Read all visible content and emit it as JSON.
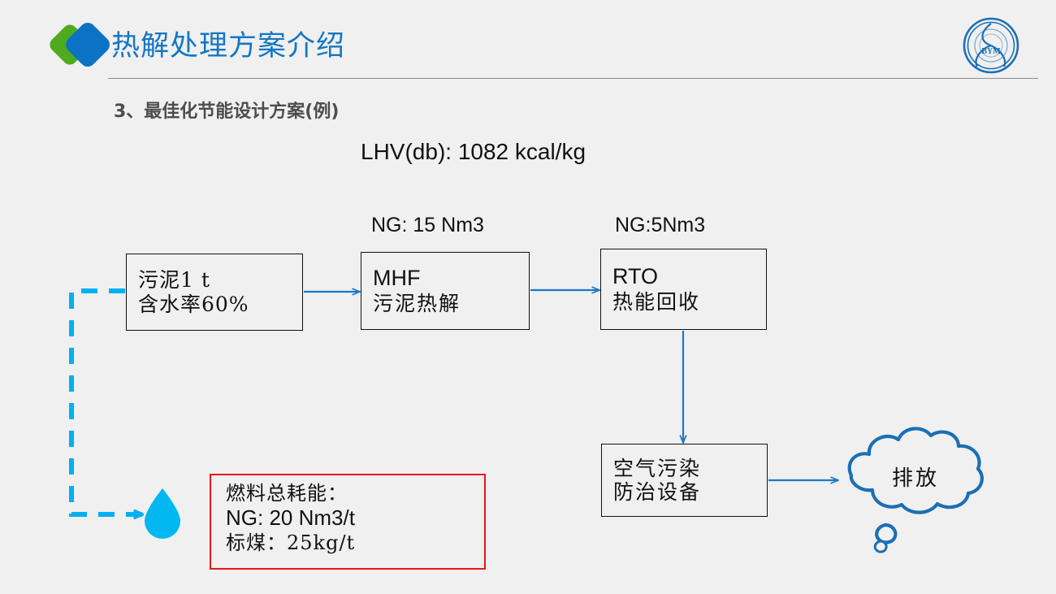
{
  "header": {
    "title": "热解处理方案介绍",
    "logo_icon": "green-blue-diamond-logo",
    "emblem_icon": "bym-circular-emblem",
    "emblem_text": "BYM",
    "divider_color": "#8d8d8d",
    "title_color": "#1477c4"
  },
  "section": {
    "title": "3、最佳化节能设计方案(例)"
  },
  "annotations": {
    "lhv": "LHV(db): 1082 kcal/kg",
    "ng_mhf": "NG: 15 Nm3",
    "ng_rto": "NG:5Nm3"
  },
  "flow": {
    "boxes": [
      {
        "id": "sludge",
        "line1": "污泥1 t",
        "line2": "含水率60%"
      },
      {
        "id": "mhf",
        "line1": "MHF",
        "line2": "污泥热解"
      },
      {
        "id": "rto",
        "line1": "RTO",
        "line2": "热能回收"
      },
      {
        "id": "apc",
        "line1": "空气污染",
        "line2": "防治设备"
      }
    ],
    "cloud_label": "排放",
    "droplet_icon": "water-droplet",
    "cloud_icon": "thought-cloud",
    "arrow_color": "#1a79c8",
    "dashed_color": "#00b0f0"
  },
  "summary": {
    "line1": "燃料总耗能：",
    "line2": "NG: 20 Nm3/t",
    "line3": "标煤：25kg/t",
    "border_color": "#e8171b"
  },
  "colors": {
    "background": "#f0f0f0",
    "brand_blue": "#1477c4",
    "brand_green": "#4faa1e",
    "box_border": "#111111"
  }
}
